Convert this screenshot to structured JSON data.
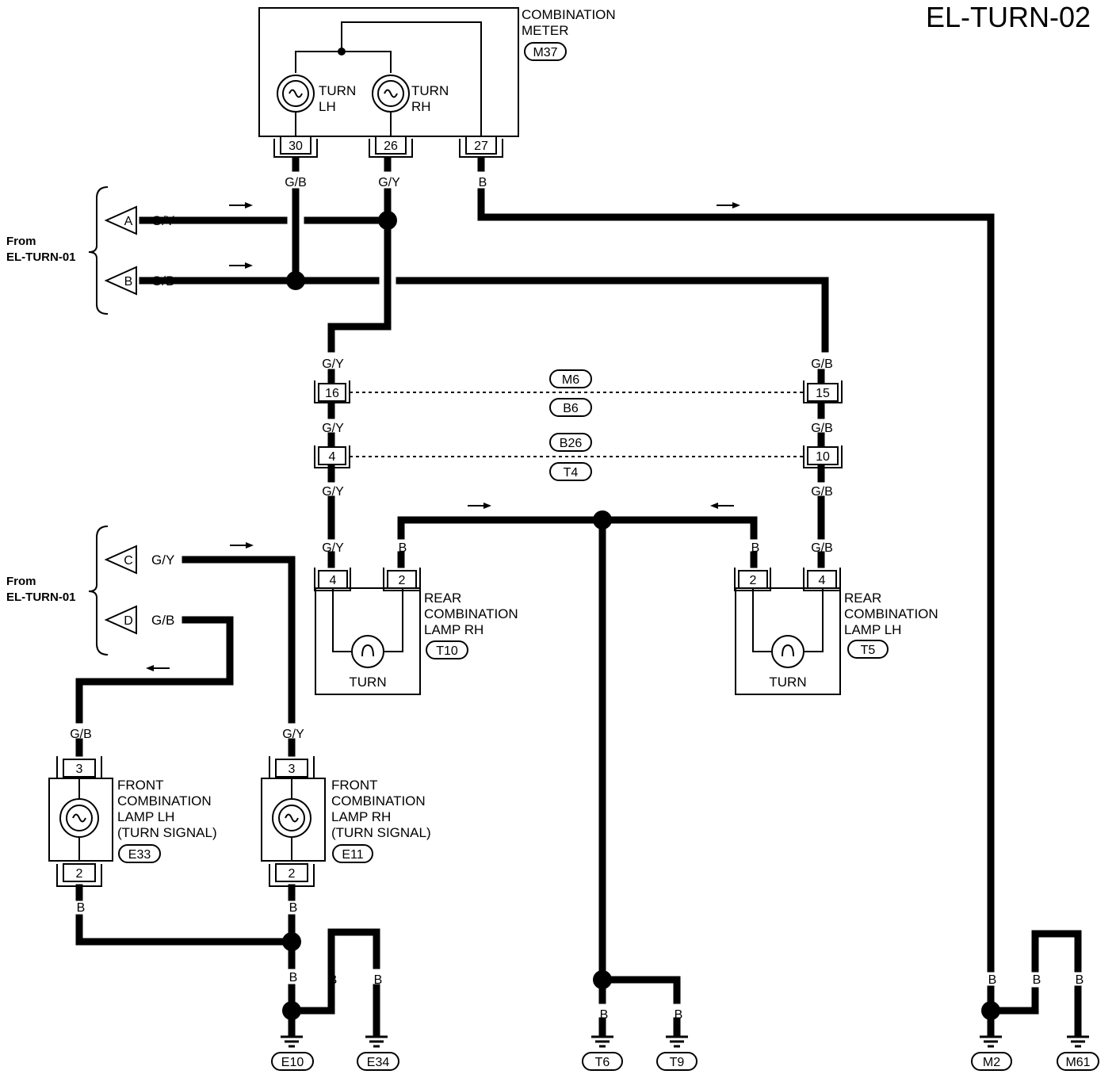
{
  "diagram": {
    "title": "EL-TURN-02",
    "meter": {
      "name_line1": "COMBINATION",
      "name_line2": "METER",
      "tag": "M37",
      "bulb_lh_line1": "TURN",
      "bulb_lh_line2": "LH",
      "bulb_rh_line1": "TURN",
      "bulb_rh_line2": "RH",
      "pins": [
        "30",
        "26",
        "27"
      ]
    },
    "from_group_1": {
      "line1": "From",
      "line2": "EL-TURN-01",
      "connector_a": "A",
      "wire_a": "G/Y",
      "connector_b": "B",
      "wire_b": "G/B"
    },
    "from_group_2": {
      "line1": "From",
      "line2": "EL-TURN-01",
      "connector_c": "C",
      "wire_c": "G/Y",
      "connector_d": "D",
      "wire_d": "G/B"
    },
    "wire_labels": {
      "m30": "G/B",
      "m26": "G/Y",
      "m27": "B",
      "lgy_top": "G/Y",
      "lgy_mid": "G/Y",
      "lgy_low": "G/Y",
      "lgy_lamp": "G/Y",
      "rgb_top": "G/B",
      "rgb_mid": "G/B",
      "rgb_low": "G/B",
      "rgb_lamp": "G/B",
      "rrh_b": "B",
      "rlh_b": "B",
      "flh_top": "G/B",
      "frh_top": "G/Y",
      "flh_bot": "B",
      "frh_bot": "B",
      "e_mid": "B",
      "e34": "B",
      "t6": "B",
      "t9": "B",
      "m2": "B",
      "m2_mid": "B",
      "m61": "B"
    },
    "joint_connectors": {
      "row1": {
        "pin_left": "16",
        "pin_right": "15",
        "tag_top": "M6",
        "tag_bottom": "B6"
      },
      "row2": {
        "pin_left": "4",
        "pin_right": "10",
        "tag_top": "B26",
        "tag_bottom": "T4"
      }
    },
    "rear_rh": {
      "line1": "REAR",
      "line2": "COMBINATION",
      "line3": "LAMP RH",
      "tag": "T10",
      "bulb": "TURN",
      "pins": [
        "4",
        "2"
      ]
    },
    "rear_lh": {
      "line1": "REAR",
      "line2": "COMBINATION",
      "line3": "LAMP LH",
      "tag": "T5",
      "bulb": "TURN",
      "pins": [
        "2",
        "4"
      ]
    },
    "front_lh": {
      "line1": "FRONT",
      "line2": "COMBINATION",
      "line3": "LAMP LH",
      "line4": "(TURN SIGNAL)",
      "tag": "E33",
      "pins": [
        "3",
        "2"
      ]
    },
    "front_rh": {
      "line1": "FRONT",
      "line2": "COMBINATION",
      "line3": "LAMP RH",
      "line4": "(TURN SIGNAL)",
      "tag": "E11",
      "pins": [
        "3",
        "2"
      ]
    },
    "grounds": [
      "E10",
      "E34",
      "T6",
      "T9",
      "M2",
      "M61"
    ]
  }
}
